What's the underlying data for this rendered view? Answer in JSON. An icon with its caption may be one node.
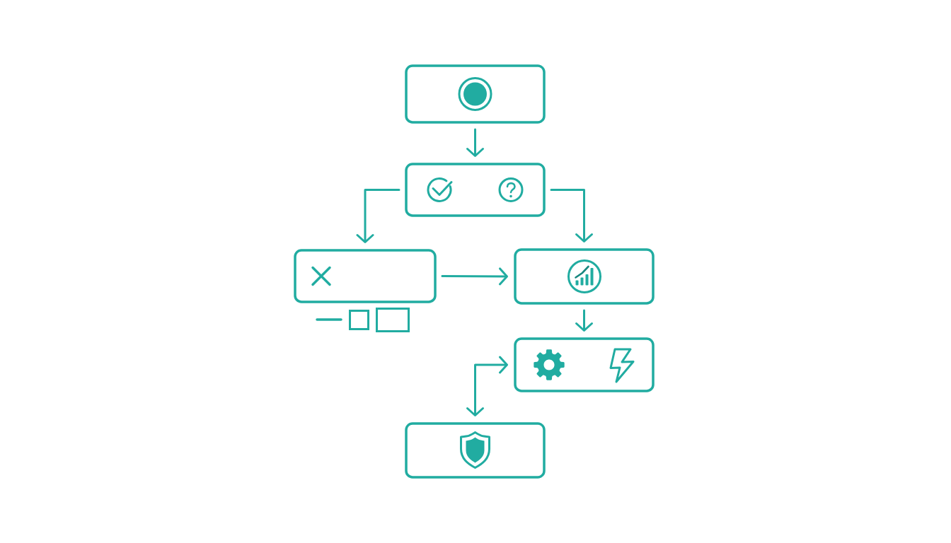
{
  "diagram": {
    "nodes": [
      {
        "text": [],
        "shape": "box"
      },
      {
        "text": [],
        "shape": "box"
      },
      {
        "text": [],
        "shape": "box"
      },
      {
        "text": [],
        "shape": "box"
      },
      {
        "text": [],
        "shape": "box"
      },
      {
        "text": [],
        "shape": "box"
      }
    ],
    "edges": [
      {
        "from": 0,
        "to": 1,
        "arrow": "to"
      },
      {
        "from": 1,
        "to": 2,
        "arrow": "to"
      },
      {
        "from": 1,
        "to": 3,
        "arrow": "to"
      },
      {
        "from": 2,
        "to": 3,
        "arrow": "to"
      },
      {
        "from": 3,
        "to": 4,
        "arrow": "to"
      },
      {
        "from": 4,
        "to": 5,
        "arrow": "both"
      }
    ]
  }
}
